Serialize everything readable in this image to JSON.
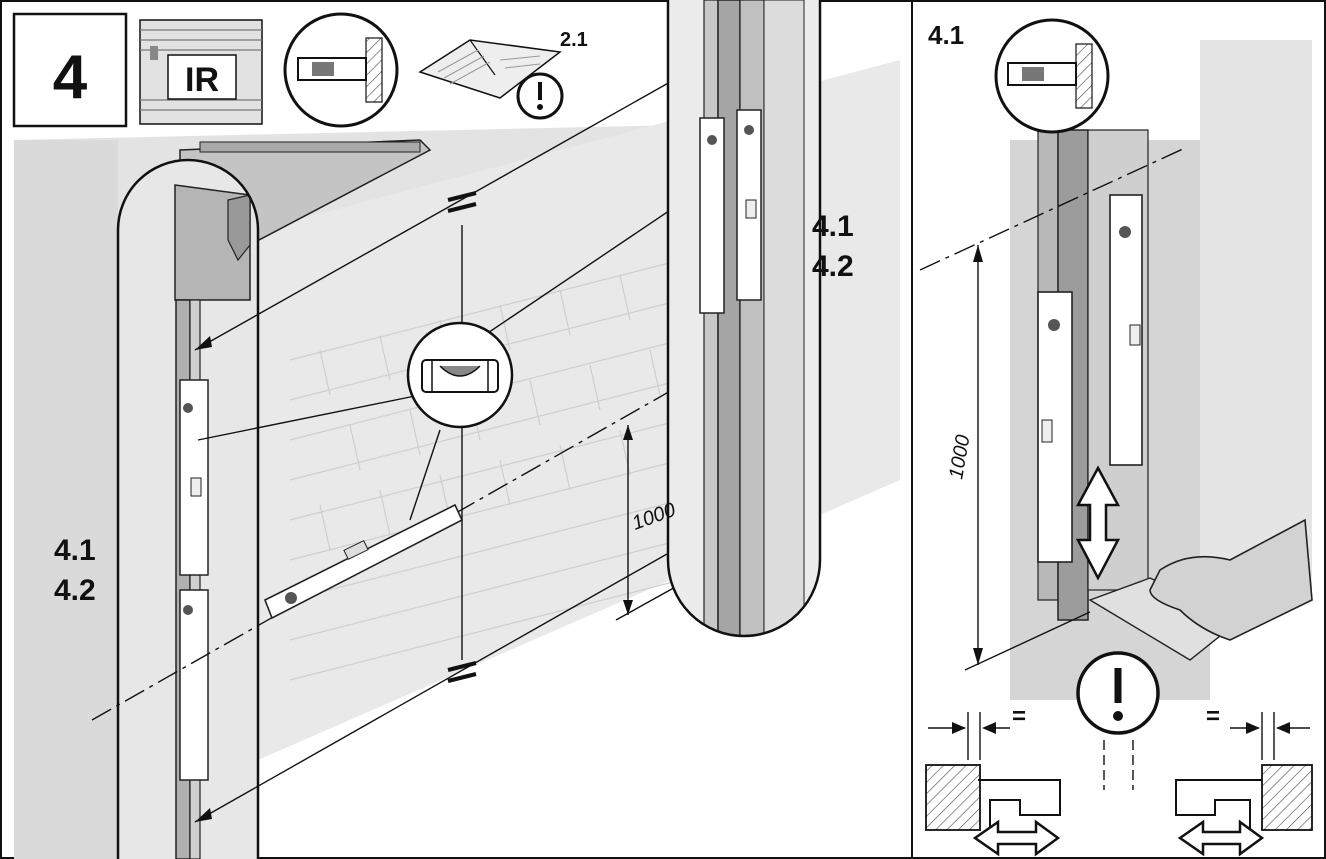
{
  "step": {
    "number": "4",
    "ir_label": "IR",
    "manual_ref": "2.1"
  },
  "left_panel": {
    "dimension": "1000",
    "labels_right": [
      "4.1",
      "4.2"
    ],
    "labels_left": [
      "4.1",
      "4.2"
    ]
  },
  "right_panel": {
    "panel_ref": "4.1",
    "dimension": "1000",
    "equal_sign": "="
  },
  "colors": {
    "wall": "#dcdcdc",
    "frame": "#b9b9b9",
    "line": "#1a1a1a"
  }
}
